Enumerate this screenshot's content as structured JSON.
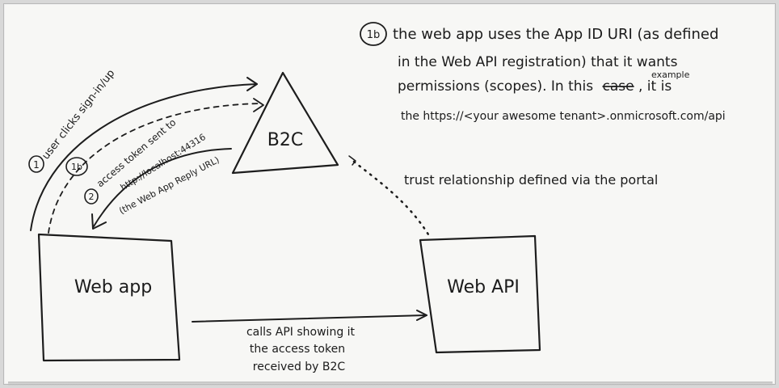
{
  "nodes": {
    "b2c": "B2C",
    "webapp": "Web app",
    "webapi": "Web API"
  },
  "labels": {
    "step1": "user clicks sign-in/up",
    "step1_num": "1",
    "step1b_num": "1b",
    "step2_num": "2",
    "step2_line1": "access token sent to",
    "step2_line2": "http://localhost:44316",
    "step2_line3": "(the Web App Reply URL)",
    "trust": "trust relationship defined via the portal",
    "calls_line1": "calls API showing it",
    "calls_line2": "the access token",
    "calls_line3": "received by B2C"
  },
  "note": {
    "num": "1b",
    "line1": "the web app uses the App ID URI (as defined",
    "line2": "in the Web API registration) that it wants",
    "line3_a": "permissions (scopes). In this",
    "line3_strike": "case",
    "line3_insert": "example",
    "line3_b": ", it is",
    "line4": "the https://<your awesome tenant>.onmicrosoft.com/api"
  }
}
